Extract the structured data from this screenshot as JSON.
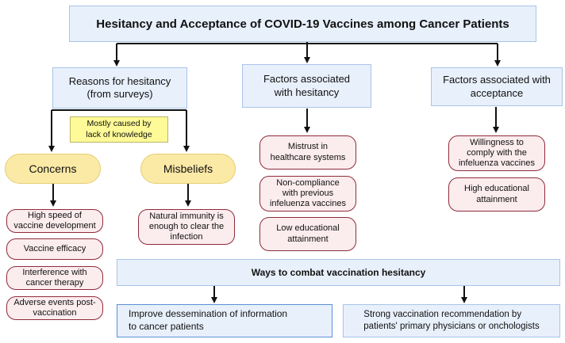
{
  "title": "Hesitancy and Acceptance of COVID-19 Vaccines among Cancer Patients",
  "columns": {
    "reasons": {
      "label": "Reasons for hesitancy\n(from surveys)"
    },
    "factors_hesitancy": {
      "label": "Factors associated\nwith hesitancy"
    },
    "factors_acceptance": {
      "label": "Factors associated with\nacceptance"
    }
  },
  "note": "Mostly caused by\nlack of knowledge",
  "concerns": {
    "label": "Concerns",
    "items": [
      "High speed of\nvaccine development",
      "Vaccine efficacy",
      "Interference with\ncancer therapy",
      "Adverse events post-\nvaccination"
    ]
  },
  "misbeliefs": {
    "label": "Misbeliefs",
    "items": [
      "Natural immunity is\nenough to clear the\ninfection"
    ]
  },
  "hesitancy_factors": [
    "Mistrust in\nhealthcare systems",
    "Non-compliance\nwith previous\ninfeluenza vaccines",
    "Low educational\nattainment"
  ],
  "acceptance_factors": [
    "Willingness to\ncomply with the\ninfeluenza vaccines",
    "High educational\nattainment"
  ],
  "ways": {
    "label": "Ways to combat vaccination hesitancy",
    "items": [
      "Improve dessemination of information\nto cancer patients",
      "Strong vaccination recommendation by\npatients' primary physicians or onchologists"
    ]
  },
  "colors": {
    "blue_fill": "#e8f0fb",
    "pink_fill": "#fbecee",
    "pink_border": "#8e2c3a",
    "oval_fill": "#fbe9a6",
    "note_fill": "#fdfa97"
  }
}
